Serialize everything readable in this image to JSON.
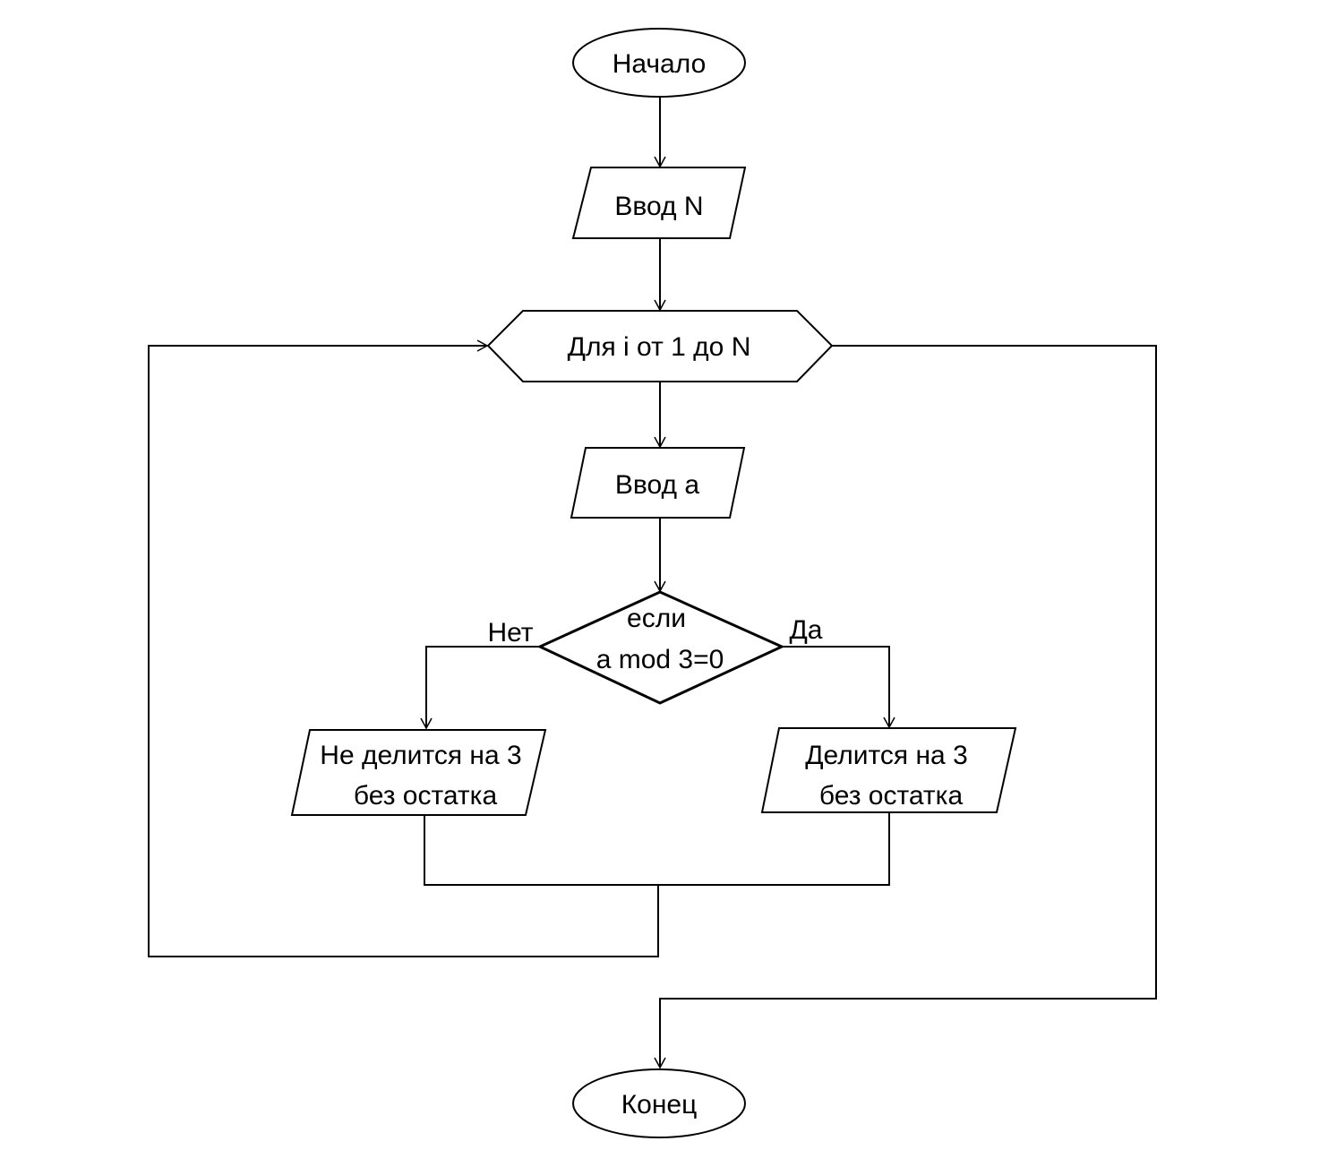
{
  "nodes": {
    "start": "Начало",
    "input_n": "Ввод N",
    "loop": "Для i от 1 до N",
    "input_a": "Ввод a",
    "decision_line1": "если",
    "decision_line2": "a mod 3=0",
    "no_branch_line1": "Не делится на 3",
    "no_branch_line2": "без остатка",
    "yes_branch_line1": "Делится на 3",
    "yes_branch_line2": "без остатка",
    "end": "Конец"
  },
  "labels": {
    "no": "Нет",
    "yes": "Да"
  },
  "colors": {
    "stroke": "#000000",
    "background": "#ffffff"
  }
}
